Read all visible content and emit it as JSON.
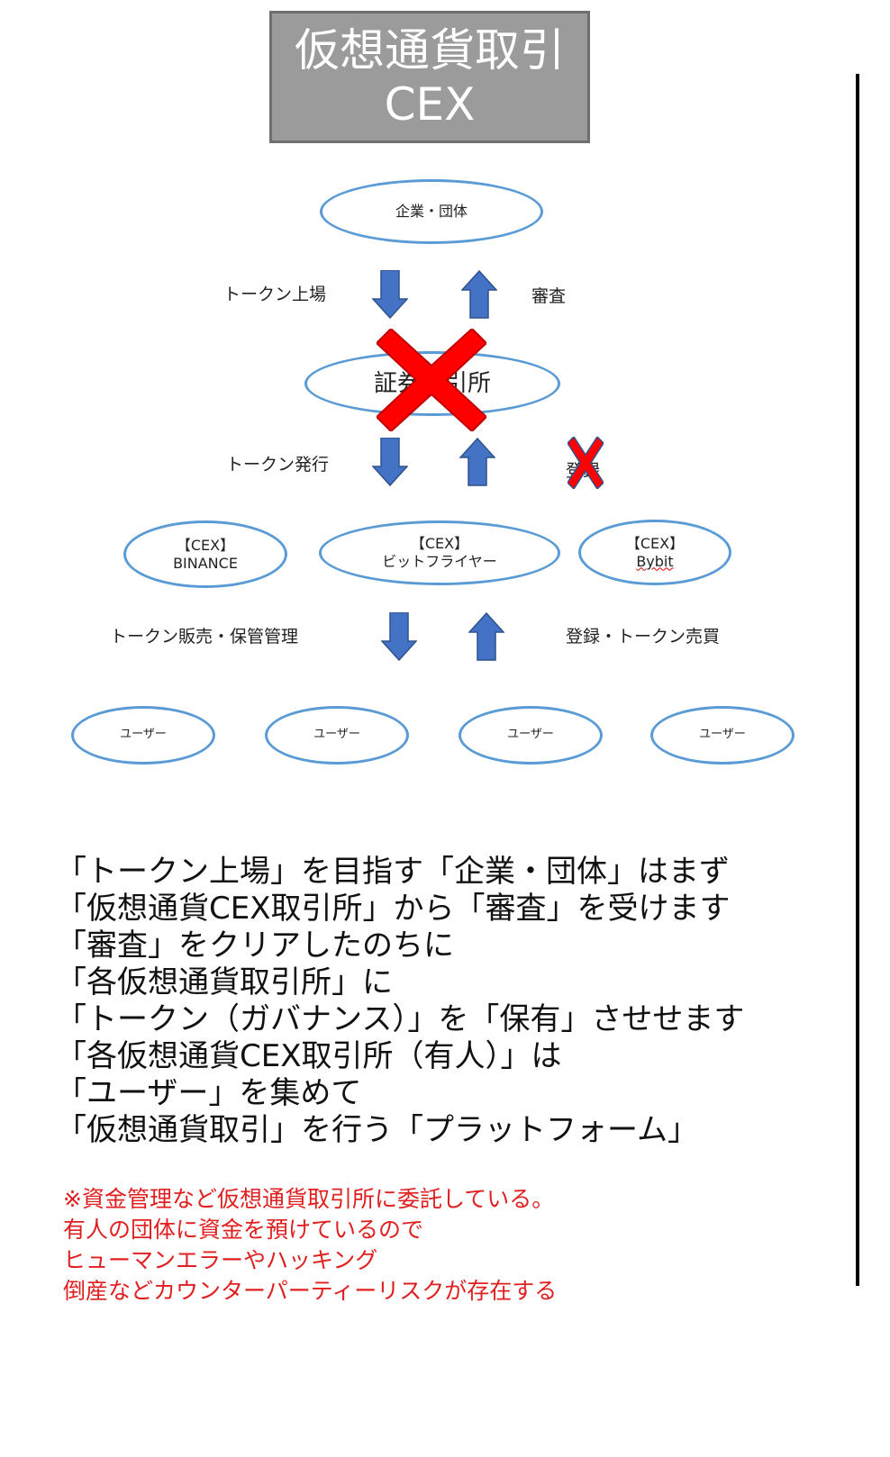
{
  "title": {
    "line1": "仮想通貨取引",
    "line2": "CEX"
  },
  "nodes": {
    "top": "企業・団体",
    "middle": "証券取引所",
    "cex_left": {
      "tag": "【CEX】",
      "name": "BINANCE"
    },
    "cex_center": {
      "tag": "【CEX】",
      "name": "ビットフライヤー"
    },
    "cex_right": {
      "tag": "【CEX】",
      "name": "Bybit"
    },
    "users": [
      "ユーザー",
      "ユーザー",
      "ユーザー",
      "ユーザー"
    ]
  },
  "labels": {
    "listing": "トークン上場",
    "review": "審査",
    "issuance": "トークン発行",
    "register": "登録",
    "sales": "トークン販売・保管管理",
    "trade": "登録・トークン売買"
  },
  "main_text": [
    "「トークン上場」を目指す「企業・団体」はまず",
    "「仮想通貨CEX取引所」から「審査」を受けます",
    "「審査」をクリアしたのちに",
    "「各仮想通貨取引所」に",
    "「トークン（ガバナンス）」を「保有」させせます",
    "「各仮想通貨CEX取引所（有人）」は",
    "「ユーザー」を集めて",
    "「仮想通貨取引」を行う「プラットフォーム」"
  ],
  "note_text": [
    "※資金管理など仮想通貨取引所に委託している。",
    "有人の団体に資金を預けているので",
    "ヒューマンエラーやハッキング",
    "倒産などカウンターパーティーリスクが存在する"
  ],
  "colors": {
    "node_border": "#5b9bd5",
    "arrow": "#4472c4",
    "cross": "#ff0000",
    "note": "#e02020",
    "title_bg": "#9b9b9b"
  }
}
